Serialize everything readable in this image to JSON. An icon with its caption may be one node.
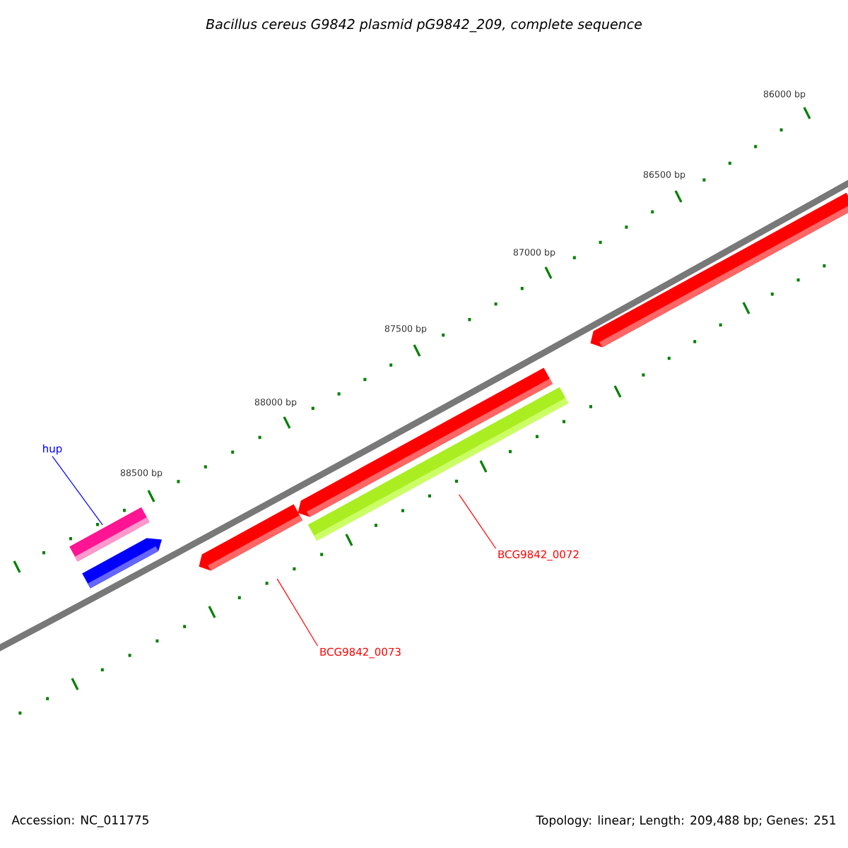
{
  "diagram": {
    "title": "Bacillus cereus G9842 plasmid pG9842_209, complete sequence",
    "nodes": [
      {
        "text": [
          "hup"
        ]
      },
      {
        "text": [],
        "shape": "bar"
      },
      {
        "text": [],
        "shape": "bar"
      },
      {
        "text": [],
        "shape": "bar"
      },
      {
        "text": [],
        "shape": "bar"
      },
      {
        "text": [],
        "shape": "bar"
      },
      {
        "text": [],
        "shape": "bar"
      },
      {
        "text": [
          "BCG9842_0072"
        ]
      },
      {
        "text": [
          "BCG9842_0073"
        ]
      }
    ],
    "edges": [
      {
        "from": 0,
        "to": 1,
        "arrow": "none",
        "color": "#0000ff"
      },
      {
        "from": 7,
        "to": 5,
        "arrow": "none",
        "color": "#ff0000"
      },
      {
        "from": 8,
        "to": 3,
        "arrow": "none",
        "color": "#ff0000"
      }
    ],
    "labels": [
      "86000 bp",
      "86500 bp",
      "87000 bp",
      "87500 bp",
      "88000 bp",
      "88500 bp",
      "Accession: NC_011775",
      "Topology: linear; Length: 209,488 bp; Genes: 251"
    ]
  }
}
